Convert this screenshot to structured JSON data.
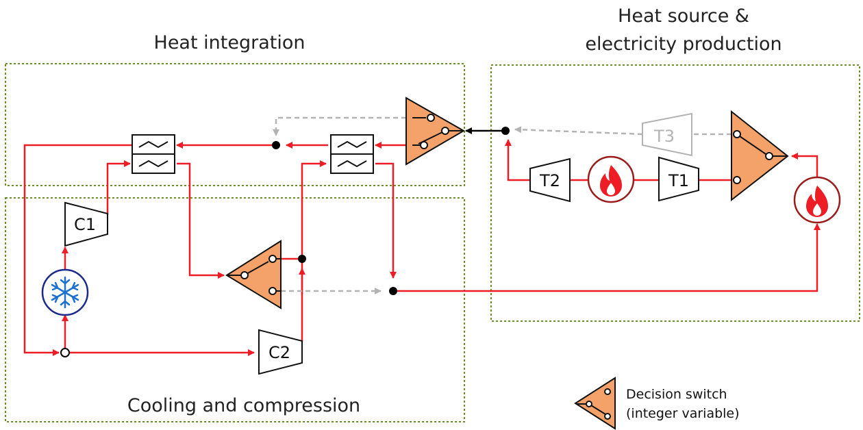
{
  "titles": {
    "heat_integration": "Heat integration",
    "heat_source_line1": "Heat source &",
    "heat_source_line2": "electricity production",
    "cooling_compression": "Cooling and compression"
  },
  "units": {
    "c1": "C1",
    "c2": "C2",
    "t1": "T1",
    "t2": "T2",
    "t3": "T3"
  },
  "legend": {
    "line1": "Decision switch",
    "line2": "(integer variable)"
  },
  "colors": {
    "stream_active": "#ee1c24",
    "stream_inactive": "#b3b3b3",
    "switch_fill": "#f4a26a",
    "region_border": "#6b8e23",
    "cooler": "#1a2a8c",
    "heater": "#9b1b1b"
  },
  "icons": {
    "cooler": "snowflake-icon",
    "heater": "flame-icon",
    "switch": "decision-switch-icon"
  }
}
